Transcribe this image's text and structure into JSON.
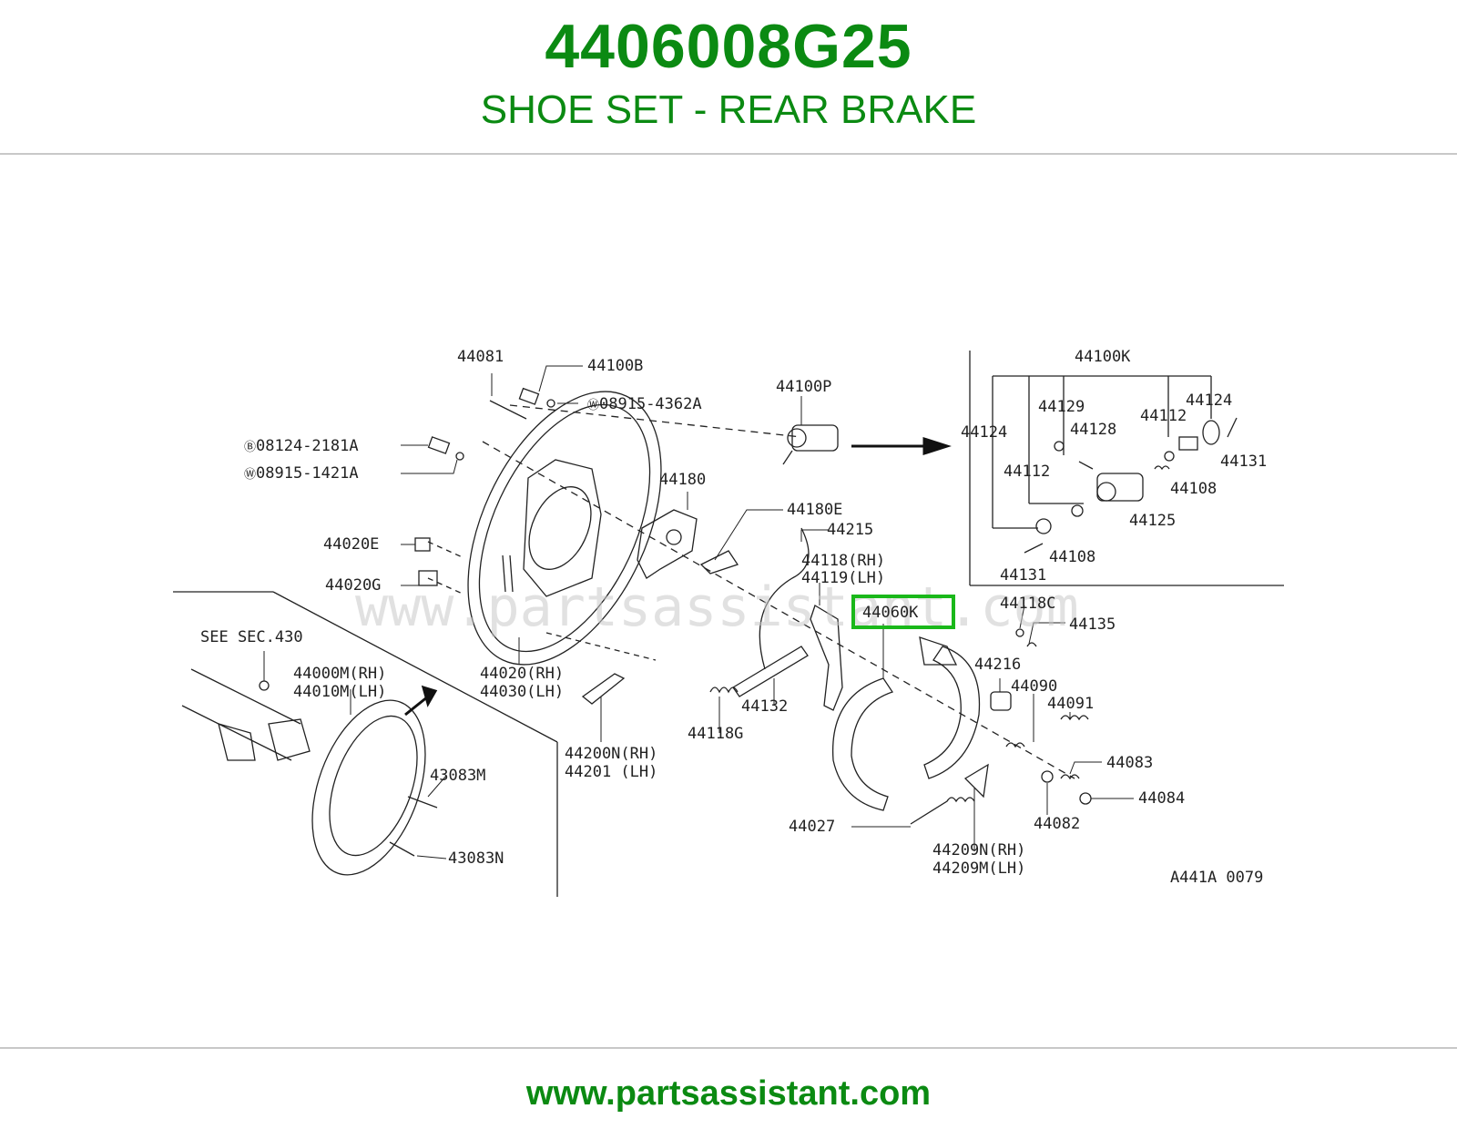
{
  "header": {
    "part_number": "4406008G25",
    "description": "SHOE SET - REAR BRAKE"
  },
  "footer": {
    "url": "www.partsassistant.com"
  },
  "diagram": {
    "watermark": "www.partsassistant.com",
    "figure_code": "A441A 0079",
    "highlight_color": "#1ab81a",
    "highlighted_part": "44060K",
    "labels": {
      "l44081": "44081",
      "l44100B": "44100B",
      "l089154362": "08915-4362A",
      "l44100P": "44100P",
      "l081242181": "08124-2181A",
      "l089151421": "08915-1421A",
      "l44020E": "44020E",
      "l44020G": "44020G",
      "l44020": "44020(RH)",
      "l44030": "44030(LH)",
      "l44180": "44180",
      "l44180E": "44180E",
      "l44215": "44215",
      "l44118": "44118(RH)",
      "l44119": "44119(LH)",
      "l44060K": "44060K",
      "l44118C": "44118C",
      "l44135": "44135",
      "l44216": "44216",
      "l44090": "44090",
      "l44091": "44091",
      "l44083": "44083",
      "l44084": "44084",
      "l44082": "44082",
      "l44027": "44027",
      "l44209N": "44209N(RH)",
      "l44209M": "44209M(LH)",
      "l44132": "44132",
      "l44118G": "44118G",
      "l44200N": "44200N(RH)",
      "l44201": "44201  (LH)",
      "lSeeSec": "SEE SEC.430",
      "l44000M": "44000M(RH)",
      "l44010M": "44010M(LH)",
      "l43083M": "43083M",
      "l43083N": "43083N",
      "l44100K": "44100K",
      "l44124a": "44124",
      "l44129": "44129",
      "l44128": "44128",
      "l44112a": "44112",
      "l44124b": "44124",
      "l44131a": "44131",
      "l44112b": "44112",
      "l44108a": "44108",
      "l44125": "44125",
      "l44108b": "44108",
      "l44131b": "44131"
    }
  }
}
